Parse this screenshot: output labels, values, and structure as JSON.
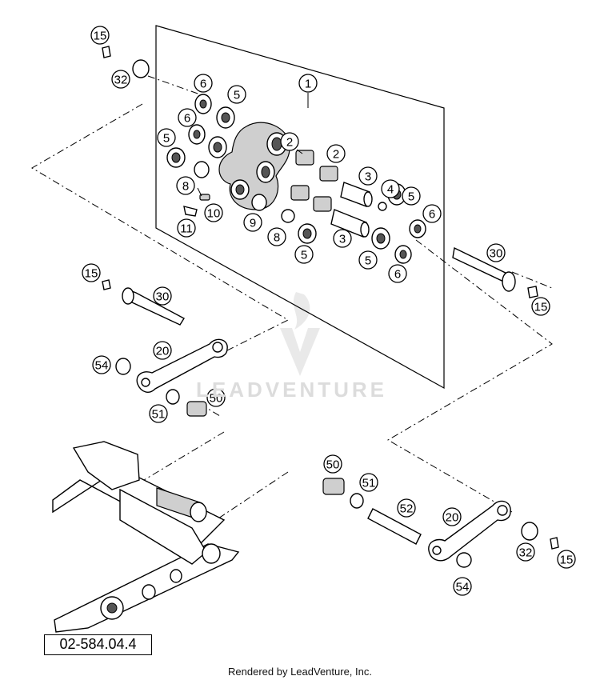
{
  "callouts": [
    {
      "key": "c15a",
      "label": "15"
    },
    {
      "key": "c32a",
      "label": "32"
    },
    {
      "key": "c6a",
      "label": "6"
    },
    {
      "key": "c5a",
      "label": "5"
    },
    {
      "key": "c6b",
      "label": "6"
    },
    {
      "key": "c5b",
      "label": "5"
    },
    {
      "key": "c1",
      "label": "1"
    },
    {
      "key": "c2a",
      "label": "2"
    },
    {
      "key": "c2b",
      "label": "2"
    },
    {
      "key": "c8a",
      "label": "8"
    },
    {
      "key": "c3a",
      "label": "3"
    },
    {
      "key": "c4",
      "label": "4"
    },
    {
      "key": "c5c",
      "label": "5"
    },
    {
      "key": "c6c",
      "label": "6"
    },
    {
      "key": "c10",
      "label": "10"
    },
    {
      "key": "c9",
      "label": "9"
    },
    {
      "key": "c11",
      "label": "11"
    },
    {
      "key": "c8b",
      "label": "8"
    },
    {
      "key": "c3b",
      "label": "3"
    },
    {
      "key": "c5d",
      "label": "5"
    },
    {
      "key": "c5e",
      "label": "5"
    },
    {
      "key": "c30a",
      "label": "30"
    },
    {
      "key": "c6d",
      "label": "6"
    },
    {
      "key": "c15b",
      "label": "15"
    },
    {
      "key": "c15c",
      "label": "15"
    },
    {
      "key": "c30b",
      "label": "30"
    },
    {
      "key": "c20a",
      "label": "20"
    },
    {
      "key": "c54a",
      "label": "54"
    },
    {
      "key": "c50a",
      "label": "50"
    },
    {
      "key": "c51a",
      "label": "51"
    },
    {
      "key": "c50b",
      "label": "50"
    },
    {
      "key": "c51b",
      "label": "51"
    },
    {
      "key": "c52",
      "label": "52"
    },
    {
      "key": "c20b",
      "label": "20"
    },
    {
      "key": "c32b",
      "label": "32"
    },
    {
      "key": "c15d",
      "label": "15"
    },
    {
      "key": "c54b",
      "label": "54"
    }
  ],
  "diagram_code": "02-584.04.4",
  "watermark": "LEADVENTURE",
  "credit": "Rendered by LeadVenture, Inc."
}
